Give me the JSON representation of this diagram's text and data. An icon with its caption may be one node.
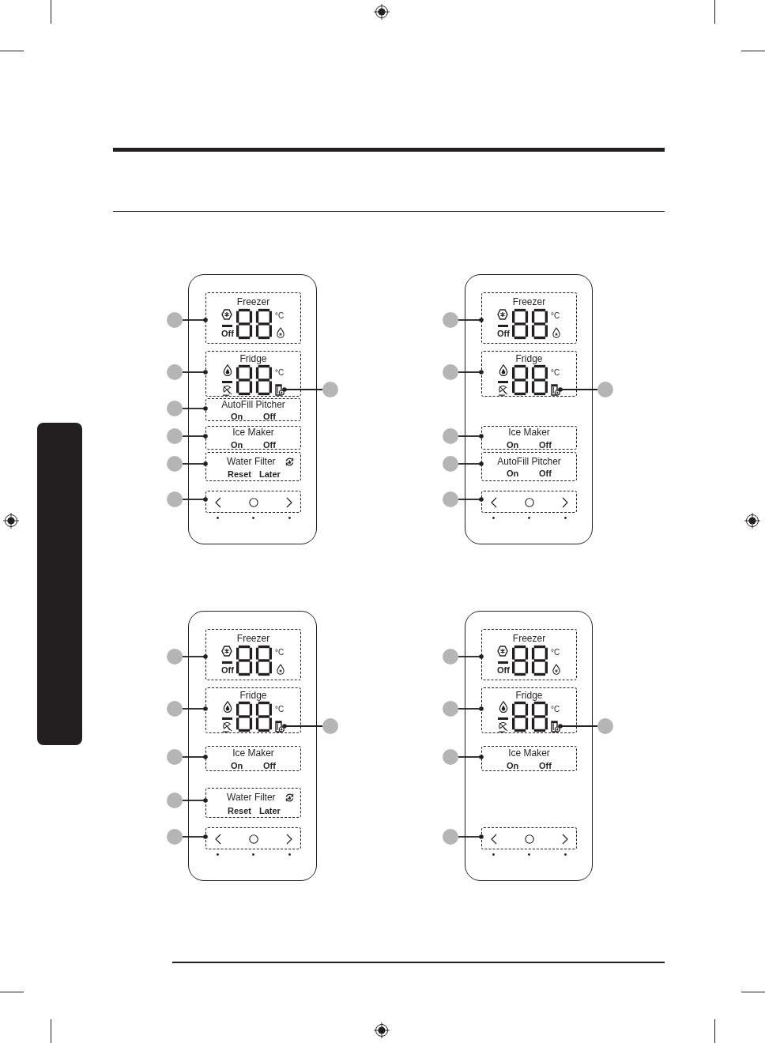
{
  "diagram": {
    "nodes": [
      {
        "text": [],
        "shape": "box"
      },
      {
        "text": [
          "Freezer",
          "°C",
          "Off"
        ],
        "in": 0
      },
      {
        "text": [
          "Fridge",
          "°C"
        ],
        "in": 0
      },
      {
        "text": [],
        "shape": "picture",
        "in": 2
      },
      {
        "text": [
          "AutoFill Pitcher",
          "On",
          "Off"
        ],
        "in": 0
      },
      {
        "text": [
          "Ice Maker",
          "On",
          "Off"
        ],
        "in": 0
      },
      {
        "text": [
          "Water Filter",
          "Reset",
          "Later"
        ],
        "in": 0
      },
      {
        "text": [],
        "shape": "box",
        "in": 0
      },
      {
        "text": [],
        "shape": "circle"
      },
      {
        "text": [],
        "shape": "circle"
      },
      {
        "text": [],
        "shape": "circle"
      },
      {
        "text": [],
        "shape": "circle"
      },
      {
        "text": [],
        "shape": "circle"
      },
      {
        "text": [],
        "shape": "circle"
      },
      {
        "text": [],
        "shape": "circle"
      },
      {
        "text": [],
        "shape": "box"
      },
      {
        "text": [
          "Freezer",
          "°C",
          "Off"
        ],
        "in": 15
      },
      {
        "text": [
          "Fridge",
          "°C"
        ],
        "in": 15
      },
      {
        "text": [],
        "shape": "picture",
        "in": 17
      },
      {
        "text": [
          "Ice Maker",
          "On",
          "Off"
        ],
        "in": 15
      },
      {
        "text": [
          "AutoFill Pitcher",
          "On",
          "Off"
        ],
        "in": 15
      },
      {
        "text": [],
        "shape": "box",
        "in": 15
      },
      {
        "text": [],
        "shape": "circle"
      },
      {
        "text": [],
        "shape": "circle"
      },
      {
        "text": [],
        "shape": "circle"
      },
      {
        "text": [],
        "shape": "circle"
      },
      {
        "text": [],
        "shape": "circle"
      },
      {
        "text": [],
        "shape": "circle"
      },
      {
        "text": [],
        "shape": "box"
      },
      {
        "text": [
          "Freezer",
          "°C",
          "Off"
        ],
        "in": 28
      },
      {
        "text": [
          "Fridge",
          "°C"
        ],
        "in": 28
      },
      {
        "text": [],
        "shape": "picture",
        "in": 30
      },
      {
        "text": [
          "Ice Maker",
          "On",
          "Off"
        ],
        "in": 28
      },
      {
        "text": [
          "Water Filter",
          "Reset",
          "Later"
        ],
        "in": 28
      },
      {
        "text": [],
        "shape": "box",
        "in": 28
      },
      {
        "text": [],
        "shape": "circle"
      },
      {
        "text": [],
        "shape": "circle"
      },
      {
        "text": [],
        "shape": "circle"
      },
      {
        "text": [],
        "shape": "circle"
      },
      {
        "text": [],
        "shape": "circle"
      },
      {
        "text": [],
        "shape": "circle"
      },
      {
        "text": [],
        "shape": "box"
      },
      {
        "text": [
          "Freezer",
          "°C",
          "Off"
        ],
        "in": 41
      },
      {
        "text": [
          "Fridge",
          "°C"
        ],
        "in": 41
      },
      {
        "text": [],
        "shape": "picture",
        "in": 43
      },
      {
        "text": [
          "Ice Maker",
          "On",
          "Off"
        ],
        "in": 41
      },
      {
        "text": [],
        "shape": "box",
        "in": 41
      },
      {
        "text": [],
        "shape": "circle"
      },
      {
        "text": [],
        "shape": "circle"
      },
      {
        "text": [],
        "shape": "circle"
      },
      {
        "text": [],
        "shape": "circle"
      },
      {
        "text": [],
        "shape": "circle"
      },
      {
        "text": [],
        "shape": "bar"
      }
    ],
    "edges": [
      {
        "from": 8,
        "to": 1,
        "arrow": "other"
      },
      {
        "from": 9,
        "to": 2,
        "arrow": "other"
      },
      {
        "from": 10,
        "to": 4,
        "arrow": "other"
      },
      {
        "from": 11,
        "to": 5,
        "arrow": "other"
      },
      {
        "from": 12,
        "to": 6,
        "arrow": "other"
      },
      {
        "from": 13,
        "to": 7,
        "arrow": "other"
      },
      {
        "from": 14,
        "to": 3,
        "arrow": "other"
      },
      {
        "from": 22,
        "to": 16,
        "arrow": "other"
      },
      {
        "from": 23,
        "to": 17,
        "arrow": "other"
      },
      {
        "from": 24,
        "to": 19,
        "arrow": "other"
      },
      {
        "from": 25,
        "to": 20,
        "arrow": "other"
      },
      {
        "from": 26,
        "to": 21,
        "arrow": "other"
      },
      {
        "from": 27,
        "to": 18,
        "arrow": "other"
      },
      {
        "from": 35,
        "to": 29,
        "arrow": "other"
      },
      {
        "from": 36,
        "to": 30,
        "arrow": "other"
      },
      {
        "from": 37,
        "to": 32,
        "arrow": "other"
      },
      {
        "from": 38,
        "to": 33,
        "arrow": "other"
      },
      {
        "from": 39,
        "to": 34,
        "arrow": "other"
      },
      {
        "from": 40,
        "to": 31,
        "arrow": "other"
      },
      {
        "from": 47,
        "to": 42,
        "arrow": "other"
      },
      {
        "from": 48,
        "to": 43,
        "arrow": "other"
      },
      {
        "from": 49,
        "to": 45,
        "arrow": "other"
      },
      {
        "from": 50,
        "to": 46,
        "arrow": "other"
      },
      {
        "from": 51,
        "to": 44,
        "arrow": "other"
      }
    ]
  }
}
